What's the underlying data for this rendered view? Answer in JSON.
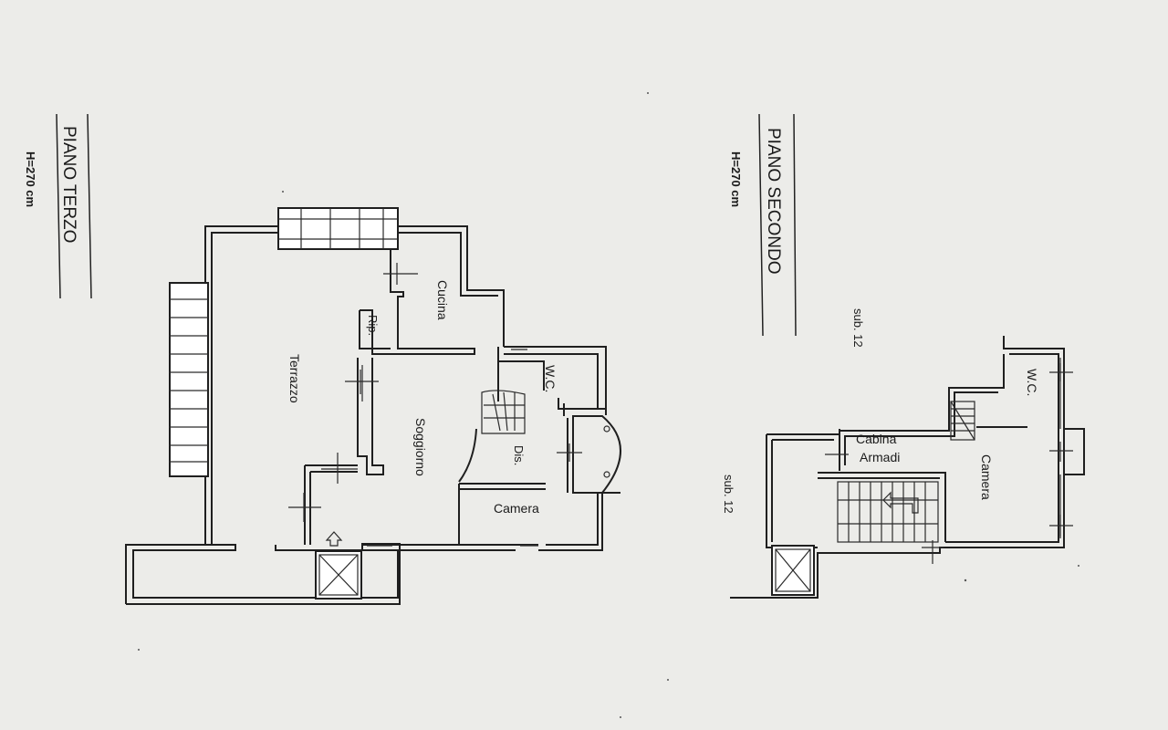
{
  "plan_left": {
    "title": "PIANO TERZO",
    "height": "H=270 cm",
    "rooms": {
      "terrazzo": "Terrazzo",
      "cucina": "Cucina",
      "rip": "Rip.",
      "soggiorno": "Soggiorno",
      "wc": "W.C.",
      "dis": "Dis.",
      "camera": "Camera"
    }
  },
  "plan_right": {
    "title": "PIANO SECONDO",
    "height": "H=270 cm",
    "sub_top": "sub. 12",
    "sub_side": "sub. 12",
    "rooms": {
      "wc": "W.C.",
      "cabina": "Cabina",
      "armadi": "Armadi",
      "camera": "Camera"
    }
  }
}
